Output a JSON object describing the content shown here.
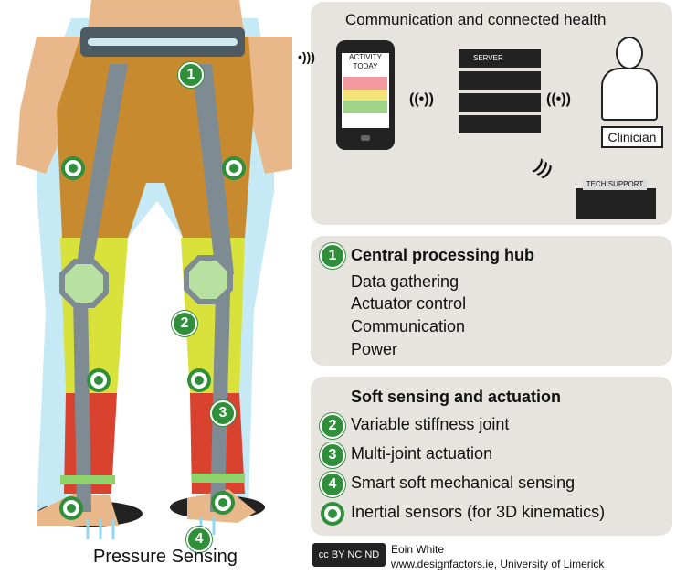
{
  "communication": {
    "title": "Communication and connected health",
    "phone_screen": "ACTIVITY TODAY",
    "server_label": "SERVER",
    "clinician_label": "Clinician",
    "tech_support_label": "TECH SUPPORT"
  },
  "hub": {
    "number": "1",
    "title": "Central processing hub",
    "items": [
      "Data gathering",
      "Actuator control",
      "Communication",
      "Power"
    ]
  },
  "soft": {
    "title": "Soft sensing and actuation",
    "items": [
      {
        "number": "2",
        "label": "Variable stiffness joint"
      },
      {
        "number": "3",
        "label": "Multi-joint actuation"
      },
      {
        "number": "4",
        "label": "Smart soft mechanical sensing"
      },
      {
        "number": "",
        "label": "Inertial sensors (for 3D kinematics)"
      }
    ]
  },
  "figure": {
    "markers": [
      "1",
      "2",
      "3",
      "4"
    ],
    "pressure_label": "Pressure Sensing"
  },
  "credit": {
    "license_badge": "cc BY NC ND",
    "name": "Eoin White",
    "site": "www.designfactors.ie, University of Limerick"
  },
  "colors": {
    "accent_green": "#2f8f3b",
    "panel_bg": "#e7e4df",
    "glow": "#8fd8ef",
    "tan": "#c88a2e",
    "lime": "#d8e23a",
    "red": "#d8422e",
    "mesh": "#7e8b93"
  }
}
